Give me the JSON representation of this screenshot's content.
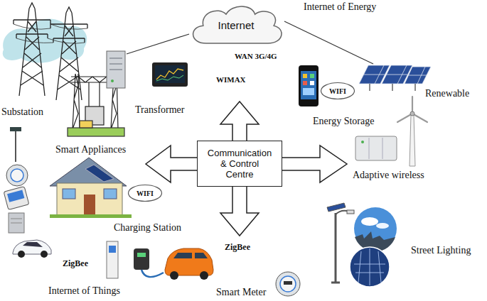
{
  "diagram": {
    "nodes": [
      {
        "text": [
          "Internet"
        ]
      },
      {
        "text": [
          "WIFI"
        ]
      },
      {
        "text": [
          "Communication & Control Centre"
        ]
      },
      {
        "text": [
          "WIFI"
        ]
      }
    ],
    "labels": [
      "Internet of Energy",
      "WAN 3G/4G",
      "WIMAX",
      "Renewable",
      "Transformer",
      "Substation",
      "Energy Storage",
      "Smart Appliances",
      "Adaptive wireless",
      "Charging Station",
      "ZigBee",
      "Street Lighting",
      "ZigBee",
      "Internet of Things",
      "Smart Meter"
    ]
  }
}
